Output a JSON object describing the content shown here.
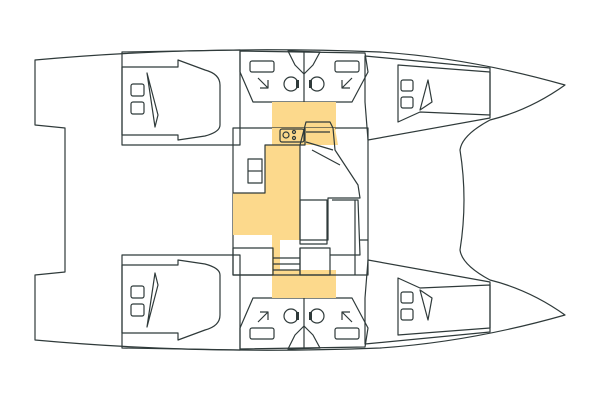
{
  "diagram": {
    "type": "catamaran-deck-plan",
    "colors": {
      "cabin": "#a6dae6",
      "berth": "#7fbccb",
      "head": "#cfe2a2",
      "saloon_floor": "#fcd98c",
      "outline": "#2f3a3a",
      "background": "#ffffff"
    },
    "areas": [
      {
        "id": "cabin-port-aft",
        "kind": "cabin"
      },
      {
        "id": "cabin-port-fwd",
        "kind": "cabin"
      },
      {
        "id": "cabin-stbd-aft",
        "kind": "cabin"
      },
      {
        "id": "cabin-stbd-fwd",
        "kind": "cabin"
      },
      {
        "id": "head-top",
        "kind": "head"
      },
      {
        "id": "head-bottom",
        "kind": "head"
      },
      {
        "id": "saloon",
        "kind": "saloon"
      }
    ]
  }
}
